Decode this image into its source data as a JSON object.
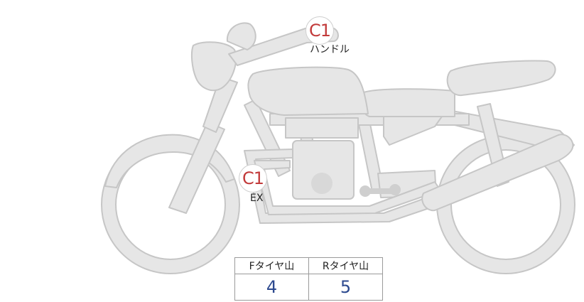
{
  "markers": {
    "handlebar": {
      "code": "C1",
      "label": "ハンドル"
    },
    "exhaust": {
      "code": "C1",
      "label": "EX"
    }
  },
  "tread_table": {
    "headers": [
      "Fタイヤ山",
      "Rタイヤ山"
    ],
    "values": [
      "4",
      "5"
    ]
  },
  "colors": {
    "bike_fill": "#e6e6e6",
    "bike_stroke": "#c6c6c6",
    "marker_text": "#c23a3a",
    "value_text": "#2d4a8f"
  }
}
